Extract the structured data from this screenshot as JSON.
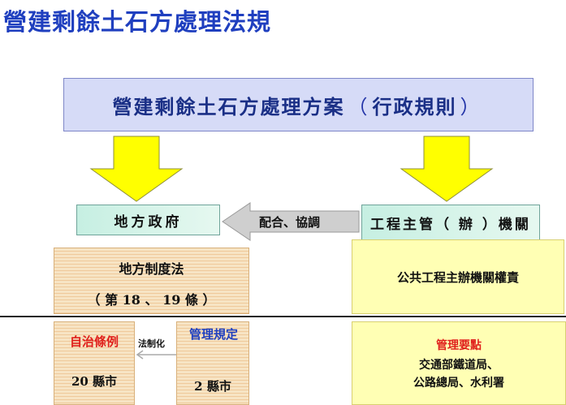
{
  "page": {
    "title": "營建剩餘土石方處理法規"
  },
  "main": {
    "regulation": "營建剩餘土石方處理方案",
    "paren_open": "（",
    "paren_text": "行政規則",
    "paren_close": "）"
  },
  "left": {
    "local_gov": "地方政府",
    "local_law_title": "地方制度法",
    "local_law_articles": "（ 第 18 、 19 條 ）",
    "ordinance_title": "自治條例",
    "ordinance_count": "20 縣市",
    "legalize_label": "法制化",
    "rules_title": "管理規定",
    "rules_count": "2 縣市"
  },
  "right": {
    "agency": "工程主管（ 辦 ）機關",
    "public_works": "公共工程主辦機關權責",
    "guidelines_title": "管理要點",
    "guidelines_line1": "交通部鐵道局、",
    "guidelines_line2": "公路總局、水利署"
  },
  "coordination": {
    "label": "配合、協調"
  },
  "colors": {
    "title_blue": "#1f3fbf",
    "arrow_yellow": "#ffff00",
    "ordinance_red": "#e0201c",
    "guidelines_red": "#e0201c"
  }
}
